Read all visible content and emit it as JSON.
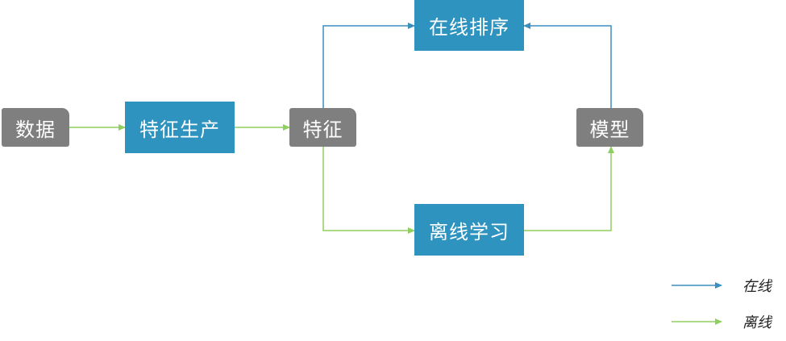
{
  "nodes": {
    "data": "数据",
    "feature_production": "特征生产",
    "feature": "特征",
    "online_ranking": "在线排序",
    "offline_learning": "离线学习",
    "model": "模型"
  },
  "legend": {
    "online": "在线",
    "offline": "离线"
  },
  "colors": {
    "online_flow": "#3b8fbf",
    "offline_flow": "#8fcf5f",
    "gray_node": "#7f7f7f",
    "blue_node": "#2e93bf",
    "node_text": "#ffffff"
  }
}
